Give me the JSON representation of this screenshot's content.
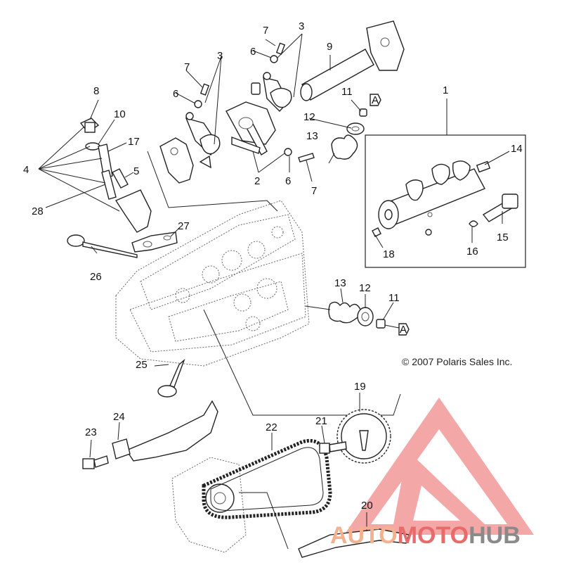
{
  "diagram": {
    "copyright": "© 2007 Polaris Sales Inc.",
    "callouts": {
      "c1": "1",
      "c2": "2",
      "c3a": "3",
      "c3b": "3",
      "c4": "4",
      "c5": "5",
      "c6a": "6",
      "c6b": "6",
      "c6c": "6",
      "c7a": "7",
      "c7b": "7",
      "c7c": "7",
      "c8": "8",
      "c9": "9",
      "c10": "10",
      "c11a": "11",
      "c11b": "11",
      "c12a": "12",
      "c12b": "12",
      "c13a": "13",
      "c13b": "13",
      "c14": "14",
      "c15": "15",
      "c16": "16",
      "c17": "17",
      "c18": "18",
      "c19": "19",
      "c20": "20",
      "c21": "21",
      "c22": "22",
      "c23": "23",
      "c24": "24",
      "c25": "25",
      "c26": "26",
      "c27": "27",
      "c28": "28"
    },
    "key_marker": "A"
  },
  "watermark": {
    "part1": "AUTO",
    "part2": "MOTO",
    "part3": "HUB"
  },
  "colors": {
    "watermark_red": "#e86a6a",
    "watermark_peach": "#f3b28f",
    "watermark_gray": "#8a8a8a"
  }
}
